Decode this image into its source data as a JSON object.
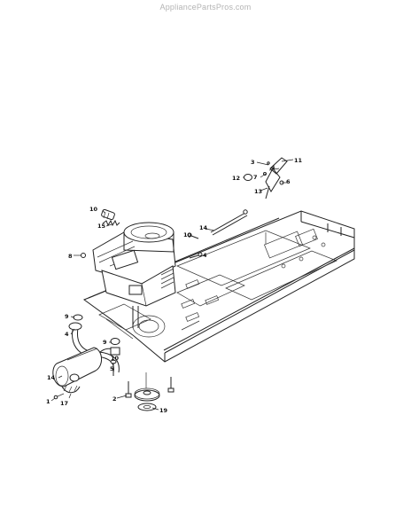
{
  "watermark": "AppliancePartsPros.com",
  "callouts": {
    "c1": "1",
    "c2": "2",
    "c3": "3",
    "c4": "4",
    "c5": "5",
    "c6": "6",
    "c7": "7",
    "c8": "8",
    "c9a": "9",
    "c9b": "9",
    "c10a": "10",
    "c10b": "10",
    "c11": "11",
    "c12": "12",
    "c13": "13",
    "c14a": "14",
    "c14b": "14",
    "c15": "15",
    "c17": "17",
    "c19": "19"
  }
}
